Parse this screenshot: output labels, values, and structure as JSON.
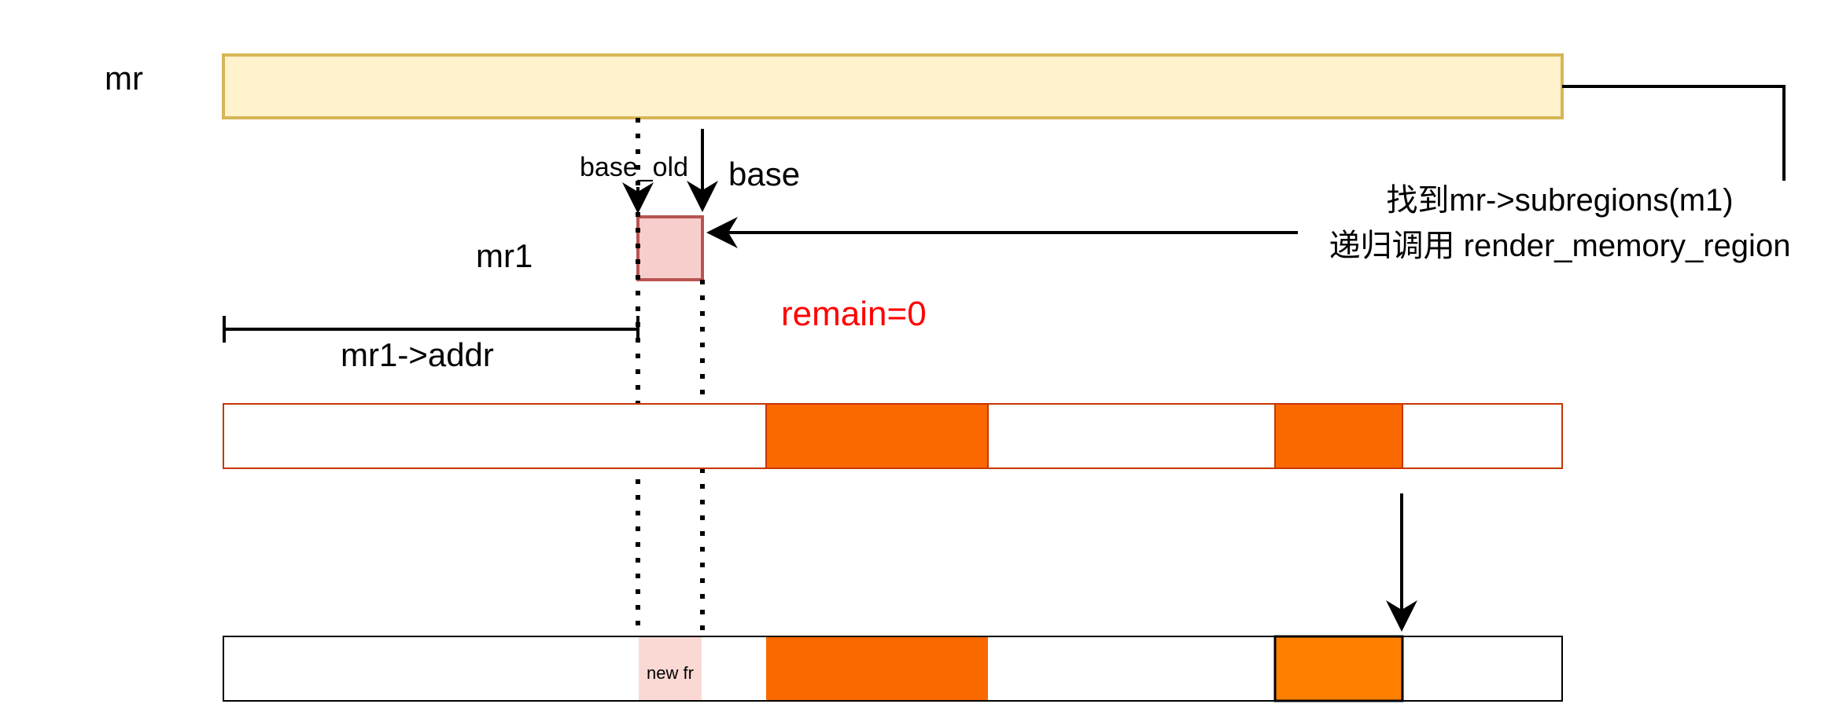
{
  "labels": {
    "mr": "mr",
    "mr1": "mr1",
    "base_old": "base_old",
    "base": "base",
    "subregions_line1": "找到mr->subregions(m1)",
    "subregions_line2": "递归调用 render_memory_region",
    "remain": "remain=0",
    "mr1_addr": "mr1->addr",
    "new_fr": "new fr"
  },
  "colors": {
    "mr_fill": "#fff2cc",
    "mr_stroke": "#d6b656",
    "mr1_fill": "#f8cecc",
    "mr1_stroke": "#b85450",
    "flat_range_fill": "#fa6800",
    "flat_range_stroke": "#c73500",
    "new_flat_range_fill": "#ff8000",
    "new_fr_fill": "#fad9d5",
    "remain_text": "#ff0000",
    "line": "#000000"
  }
}
